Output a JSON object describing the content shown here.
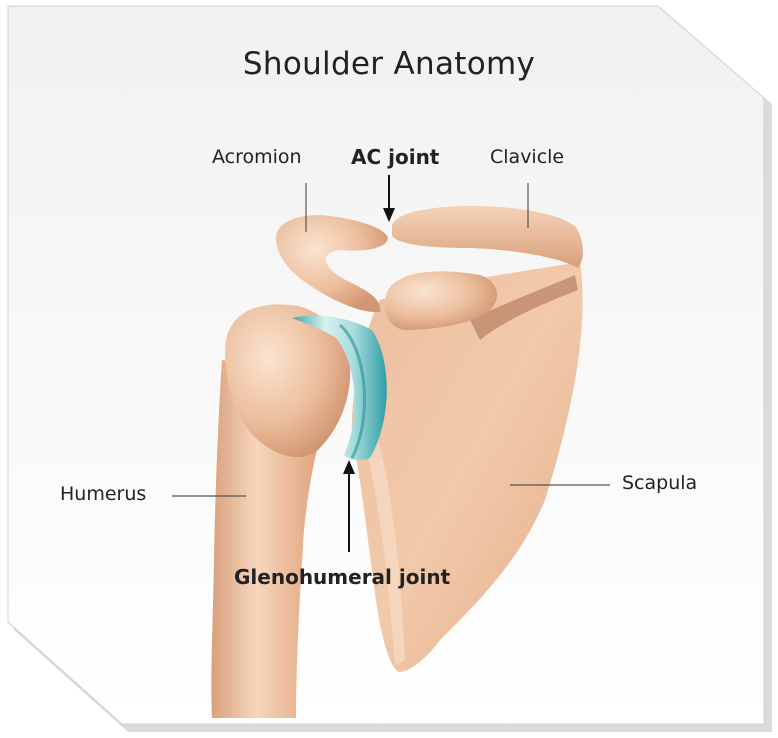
{
  "title": "Shoulder Anatomy",
  "labels": {
    "acromion": "Acromion",
    "ac_joint": "AC joint",
    "clavicle": "Clavicle",
    "humerus": "Humerus",
    "scapula": "Scapula",
    "glenohumeral_joint": "Glenohumeral joint"
  },
  "colors": {
    "bone": "#e9b996",
    "bone_highlight": "#f8e0cc",
    "bone_shadow": "#c98d6a",
    "cartilage": "#4fb8bd",
    "cartilage_light": "#bfe6e6",
    "background_top": "#f3f3f3",
    "frame_shadow": "#b8b8b8"
  }
}
